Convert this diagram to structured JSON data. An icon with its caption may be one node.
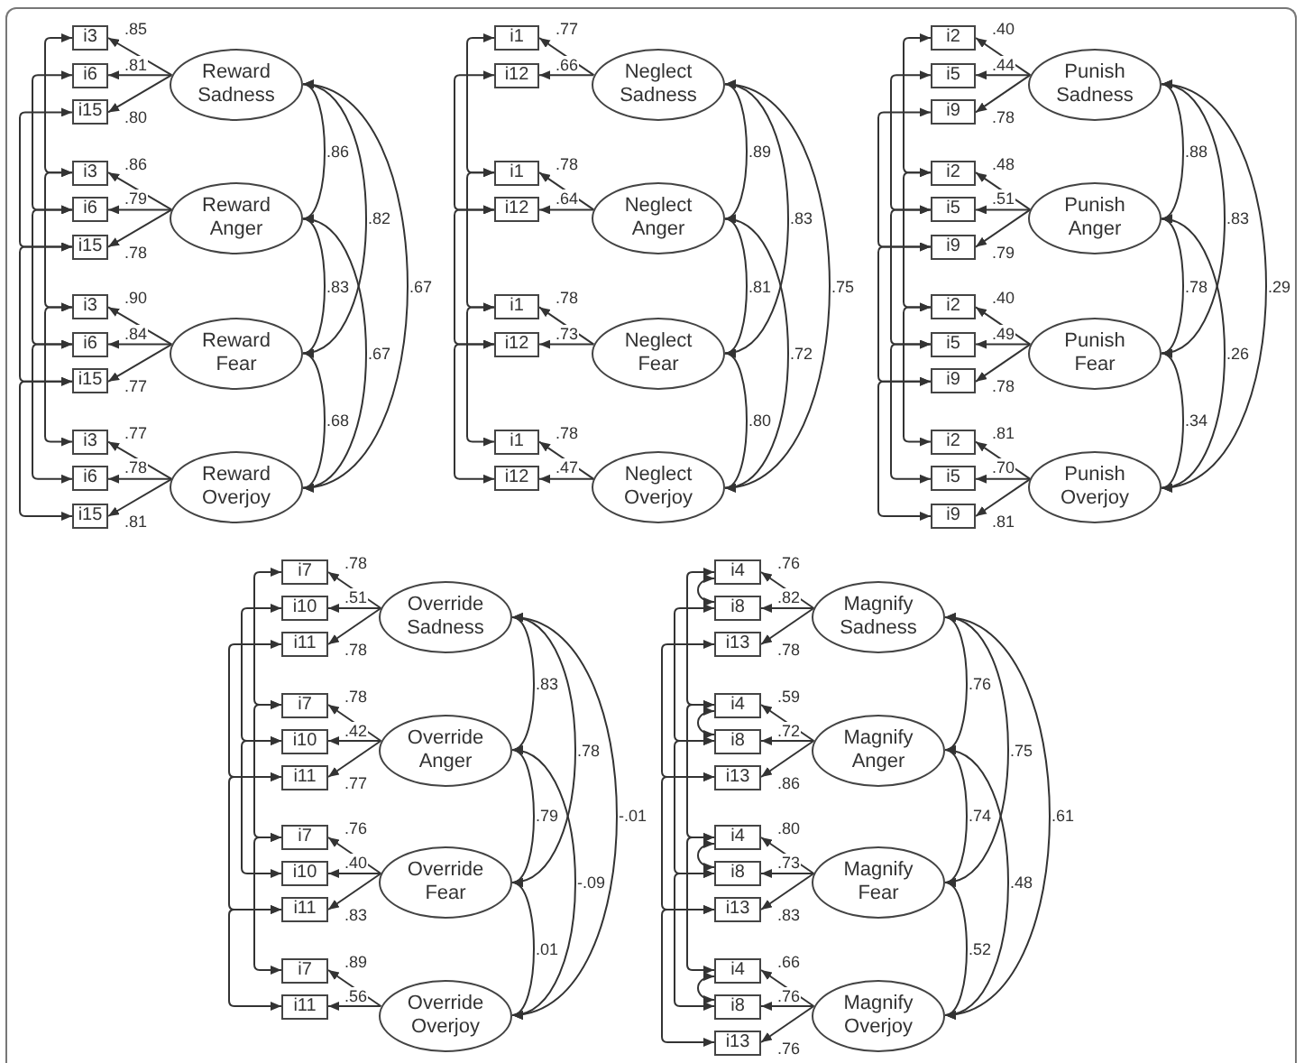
{
  "diagram": {
    "nodes": [
      {
        "text": [
          "Reward Sadness"
        ]
      },
      {
        "text": [
          "i3"
        ]
      },
      {
        "text": [
          "i6"
        ]
      },
      {
        "text": [
          "i15"
        ]
      },
      {
        "text": [
          "Reward Anger"
        ]
      },
      {
        "text": [
          "i3"
        ]
      },
      {
        "text": [
          "i6"
        ]
      },
      {
        "text": [
          "i15"
        ]
      },
      {
        "text": [
          "Reward Fear"
        ]
      },
      {
        "text": [
          "i3"
        ]
      },
      {
        "text": [
          "i6"
        ]
      },
      {
        "text": [
          "i15"
        ]
      },
      {
        "text": [
          "Reward Overjoy"
        ]
      },
      {
        "text": [
          "i3"
        ]
      },
      {
        "text": [
          "i6"
        ]
      },
      {
        "text": [
          "i15"
        ]
      },
      {
        "text": [
          "Neglect Sadness"
        ]
      },
      {
        "text": [
          "i1"
        ]
      },
      {
        "text": [
          "i12"
        ]
      },
      {
        "text": [
          "Neglect Anger"
        ]
      },
      {
        "text": [
          "i1"
        ]
      },
      {
        "text": [
          "i12"
        ]
      },
      {
        "text": [
          "Neglect Fear"
        ]
      },
      {
        "text": [
          "i1"
        ]
      },
      {
        "text": [
          "i12"
        ]
      },
      {
        "text": [
          "Neglect Overjoy"
        ]
      },
      {
        "text": [
          "i1"
        ]
      },
      {
        "text": [
          "i12"
        ]
      },
      {
        "text": [
          "Punish Sadness"
        ]
      },
      {
        "text": [
          "i2"
        ]
      },
      {
        "text": [
          "i5"
        ]
      },
      {
        "text": [
          "i9"
        ]
      },
      {
        "text": [
          "Punish Anger"
        ]
      },
      {
        "text": [
          "i2"
        ]
      },
      {
        "text": [
          "i5"
        ]
      },
      {
        "text": [
          "i9"
        ]
      },
      {
        "text": [
          "Punish Fear"
        ]
      },
      {
        "text": [
          "i2"
        ]
      },
      {
        "text": [
          "i5"
        ]
      },
      {
        "text": [
          "i9"
        ]
      },
      {
        "text": [
          "Punish Overjoy"
        ]
      },
      {
        "text": [
          "i2"
        ]
      },
      {
        "text": [
          "i5"
        ]
      },
      {
        "text": [
          "i9"
        ]
      },
      {
        "text": [
          "Override Sadness"
        ]
      },
      {
        "text": [
          "i7"
        ]
      },
      {
        "text": [
          "i10"
        ]
      },
      {
        "text": [
          "i11"
        ]
      },
      {
        "text": [
          "Override Anger"
        ]
      },
      {
        "text": [
          "i7"
        ]
      },
      {
        "text": [
          "i10"
        ]
      },
      {
        "text": [
          "i11"
        ]
      },
      {
        "text": [
          "Override Fear"
        ]
      },
      {
        "text": [
          "i7"
        ]
      },
      {
        "text": [
          "i10"
        ]
      },
      {
        "text": [
          "i11"
        ]
      },
      {
        "text": [
          "Override Overjoy"
        ]
      },
      {
        "text": [
          "i7"
        ]
      },
      {
        "text": [
          "i11"
        ]
      },
      {
        "text": [
          "Magnify Sadness"
        ]
      },
      {
        "text": [
          "i4"
        ]
      },
      {
        "text": [
          "i8"
        ]
      },
      {
        "text": [
          "i13"
        ]
      },
      {
        "text": [
          "Magnify Anger"
        ]
      },
      {
        "text": [
          "i4"
        ]
      },
      {
        "text": [
          "i8"
        ]
      },
      {
        "text": [
          "i13"
        ]
      },
      {
        "text": [
          "Magnify Fear"
        ]
      },
      {
        "text": [
          "i4"
        ]
      },
      {
        "text": [
          "i8"
        ]
      },
      {
        "text": [
          "i13"
        ]
      },
      {
        "text": [
          "Magnify Overjoy"
        ]
      },
      {
        "text": [
          "i4"
        ]
      },
      {
        "text": [
          "i8"
        ]
      },
      {
        "text": [
          "i13"
        ]
      }
    ],
    "edges": [
      {
        "from": 0,
        "to": 1,
        "arrow": "to",
        "label": ".85"
      },
      {
        "from": 0,
        "to": 2,
        "arrow": "to",
        "label": ".81"
      },
      {
        "from": 0,
        "to": 3,
        "arrow": "to",
        "label": ".80"
      },
      {
        "from": 4,
        "to": 5,
        "arrow": "to",
        "label": ".86"
      },
      {
        "from": 4,
        "to": 6,
        "arrow": "to",
        "label": ".79"
      },
      {
        "from": 4,
        "to": 7,
        "arrow": "to",
        "label": ".78"
      },
      {
        "from": 8,
        "to": 9,
        "arrow": "to",
        "label": ".90"
      },
      {
        "from": 8,
        "to": 10,
        "arrow": "to",
        "label": ".84"
      },
      {
        "from": 8,
        "to": 11,
        "arrow": "to",
        "label": ".77"
      },
      {
        "from": 12,
        "to": 13,
        "arrow": "to",
        "label": ".77"
      },
      {
        "from": 12,
        "to": 14,
        "arrow": "to",
        "label": ".78"
      },
      {
        "from": 12,
        "to": 15,
        "arrow": "to",
        "label": ".81"
      },
      {
        "from": 0,
        "to": 4,
        "arrow": "both",
        "label": ".86"
      },
      {
        "from": 0,
        "to": 8,
        "arrow": "both",
        "label": ".82"
      },
      {
        "from": 0,
        "to": 12,
        "arrow": "both",
        "label": ".67"
      },
      {
        "from": 4,
        "to": 8,
        "arrow": "both",
        "label": ".83"
      },
      {
        "from": 4,
        "to": 12,
        "arrow": "both",
        "label": ".67"
      },
      {
        "from": 8,
        "to": 12,
        "arrow": "both",
        "label": ".68"
      },
      {
        "from": 1,
        "to": 5,
        "arrow": "both"
      },
      {
        "from": 5,
        "to": 9,
        "arrow": "both"
      },
      {
        "from": 9,
        "to": 13,
        "arrow": "both"
      },
      {
        "from": 2,
        "to": 6,
        "arrow": "both"
      },
      {
        "from": 6,
        "to": 10,
        "arrow": "both"
      },
      {
        "from": 10,
        "to": 14,
        "arrow": "both"
      },
      {
        "from": 3,
        "to": 7,
        "arrow": "both"
      },
      {
        "from": 7,
        "to": 11,
        "arrow": "both"
      },
      {
        "from": 11,
        "to": 15,
        "arrow": "both"
      },
      {
        "from": 16,
        "to": 17,
        "arrow": "to",
        "label": ".77"
      },
      {
        "from": 16,
        "to": 18,
        "arrow": "to",
        "label": ".66"
      },
      {
        "from": 19,
        "to": 20,
        "arrow": "to",
        "label": ".78"
      },
      {
        "from": 19,
        "to": 21,
        "arrow": "to",
        "label": ".64"
      },
      {
        "from": 22,
        "to": 23,
        "arrow": "to",
        "label": ".78"
      },
      {
        "from": 22,
        "to": 24,
        "arrow": "to",
        "label": ".73"
      },
      {
        "from": 25,
        "to": 26,
        "arrow": "to",
        "label": ".78"
      },
      {
        "from": 25,
        "to": 27,
        "arrow": "to",
        "label": ".47"
      },
      {
        "from": 16,
        "to": 19,
        "arrow": "both",
        "label": ".89"
      },
      {
        "from": 16,
        "to": 22,
        "arrow": "both",
        "label": ".83"
      },
      {
        "from": 16,
        "to": 25,
        "arrow": "both",
        "label": ".75"
      },
      {
        "from": 19,
        "to": 22,
        "arrow": "both",
        "label": ".81"
      },
      {
        "from": 19,
        "to": 25,
        "arrow": "both",
        "label": ".72"
      },
      {
        "from": 22,
        "to": 25,
        "arrow": "both",
        "label": ".80"
      },
      {
        "from": 17,
        "to": 20,
        "arrow": "both"
      },
      {
        "from": 20,
        "to": 23,
        "arrow": "both"
      },
      {
        "from": 23,
        "to": 26,
        "arrow": "both"
      },
      {
        "from": 18,
        "to": 21,
        "arrow": "both"
      },
      {
        "from": 21,
        "to": 24,
        "arrow": "both"
      },
      {
        "from": 24,
        "to": 27,
        "arrow": "both"
      },
      {
        "from": 28,
        "to": 29,
        "arrow": "to",
        "label": ".40"
      },
      {
        "from": 28,
        "to": 30,
        "arrow": "to",
        "label": ".44"
      },
      {
        "from": 28,
        "to": 31,
        "arrow": "to",
        "label": ".78"
      },
      {
        "from": 32,
        "to": 33,
        "arrow": "to",
        "label": ".48"
      },
      {
        "from": 32,
        "to": 34,
        "arrow": "to",
        "label": ".51"
      },
      {
        "from": 32,
        "to": 35,
        "arrow": "to",
        "label": ".79"
      },
      {
        "from": 36,
        "to": 37,
        "arrow": "to",
        "label": ".40"
      },
      {
        "from": 36,
        "to": 38,
        "arrow": "to",
        "label": ".49"
      },
      {
        "from": 36,
        "to": 39,
        "arrow": "to",
        "label": ".78"
      },
      {
        "from": 40,
        "to": 41,
        "arrow": "to",
        "label": ".81"
      },
      {
        "from": 40,
        "to": 42,
        "arrow": "to",
        "label": ".70"
      },
      {
        "from": 40,
        "to": 43,
        "arrow": "to",
        "label": ".81"
      },
      {
        "from": 28,
        "to": 32,
        "arrow": "both",
        "label": ".88"
      },
      {
        "from": 28,
        "to": 36,
        "arrow": "both",
        "label": ".83"
      },
      {
        "from": 28,
        "to": 40,
        "arrow": "both",
        "label": ".29"
      },
      {
        "from": 32,
        "to": 36,
        "arrow": "both",
        "label": ".78"
      },
      {
        "from": 32,
        "to": 40,
        "arrow": "both",
        "label": ".26"
      },
      {
        "from": 36,
        "to": 40,
        "arrow": "both",
        "label": ".34"
      },
      {
        "from": 29,
        "to": 33,
        "arrow": "both"
      },
      {
        "from": 33,
        "to": 37,
        "arrow": "both"
      },
      {
        "from": 37,
        "to": 41,
        "arrow": "both"
      },
      {
        "from": 30,
        "to": 34,
        "arrow": "both"
      },
      {
        "from": 34,
        "to": 38,
        "arrow": "both"
      },
      {
        "from": 38,
        "to": 42,
        "arrow": "both"
      },
      {
        "from": 31,
        "to": 35,
        "arrow": "both"
      },
      {
        "from": 35,
        "to": 39,
        "arrow": "both"
      },
      {
        "from": 39,
        "to": 43,
        "arrow": "both"
      },
      {
        "from": 44,
        "to": 45,
        "arrow": "to",
        "label": ".78"
      },
      {
        "from": 44,
        "to": 46,
        "arrow": "to",
        "label": ".51"
      },
      {
        "from": 44,
        "to": 47,
        "arrow": "to",
        "label": ".78"
      },
      {
        "from": 48,
        "to": 49,
        "arrow": "to",
        "label": ".78"
      },
      {
        "from": 48,
        "to": 50,
        "arrow": "to",
        "label": ".42"
      },
      {
        "from": 48,
        "to": 51,
        "arrow": "to",
        "label": ".77"
      },
      {
        "from": 52,
        "to": 53,
        "arrow": "to",
        "label": ".76"
      },
      {
        "from": 52,
        "to": 54,
        "arrow": "to",
        "label": ".40"
      },
      {
        "from": 52,
        "to": 55,
        "arrow": "to",
        "label": ".83"
      },
      {
        "from": 56,
        "to": 57,
        "arrow": "to",
        "label": ".89"
      },
      {
        "from": 56,
        "to": 58,
        "arrow": "to",
        "label": ".56"
      },
      {
        "from": 44,
        "to": 48,
        "arrow": "both",
        "label": ".83"
      },
      {
        "from": 44,
        "to": 52,
        "arrow": "both",
        "label": ".78"
      },
      {
        "from": 44,
        "to": 56,
        "arrow": "both",
        "label": "-.01"
      },
      {
        "from": 48,
        "to": 52,
        "arrow": "both",
        "label": ".79"
      },
      {
        "from": 48,
        "to": 56,
        "arrow": "both",
        "label": "-.09"
      },
      {
        "from": 52,
        "to": 56,
        "arrow": "both",
        "label": ".01"
      },
      {
        "from": 45,
        "to": 49,
        "arrow": "both"
      },
      {
        "from": 49,
        "to": 53,
        "arrow": "both"
      },
      {
        "from": 53,
        "to": 57,
        "arrow": "both"
      },
      {
        "from": 46,
        "to": 50,
        "arrow": "both"
      },
      {
        "from": 50,
        "to": 54,
        "arrow": "both"
      },
      {
        "from": 47,
        "to": 51,
        "arrow": "both"
      },
      {
        "from": 51,
        "to": 55,
        "arrow": "both"
      },
      {
        "from": 55,
        "to": 58,
        "arrow": "both"
      },
      {
        "from": 59,
        "to": 60,
        "arrow": "to",
        "label": ".76"
      },
      {
        "from": 59,
        "to": 61,
        "arrow": "to",
        "label": ".82"
      },
      {
        "from": 59,
        "to": 62,
        "arrow": "to",
        "label": ".78"
      },
      {
        "from": 63,
        "to": 64,
        "arrow": "to",
        "label": ".59"
      },
      {
        "from": 63,
        "to": 65,
        "arrow": "to",
        "label": ".72"
      },
      {
        "from": 63,
        "to": 66,
        "arrow": "to",
        "label": ".86"
      },
      {
        "from": 67,
        "to": 68,
        "arrow": "to",
        "label": ".80"
      },
      {
        "from": 67,
        "to": 69,
        "arrow": "to",
        "label": ".73"
      },
      {
        "from": 67,
        "to": 70,
        "arrow": "to",
        "label": ".83"
      },
      {
        "from": 71,
        "to": 72,
        "arrow": "to",
        "label": ".66"
      },
      {
        "from": 71,
        "to": 73,
        "arrow": "to",
        "label": ".76"
      },
      {
        "from": 71,
        "to": 74,
        "arrow": "to",
        "label": ".76"
      },
      {
        "from": 59,
        "to": 63,
        "arrow": "both",
        "label": ".76"
      },
      {
        "from": 59,
        "to": 67,
        "arrow": "both",
        "label": ".75"
      },
      {
        "from": 59,
        "to": 71,
        "arrow": "both",
        "label": ".61"
      },
      {
        "from": 63,
        "to": 67,
        "arrow": "both",
        "label": ".74"
      },
      {
        "from": 63,
        "to": 71,
        "arrow": "both",
        "label": ".48"
      },
      {
        "from": 67,
        "to": 71,
        "arrow": "both",
        "label": ".52"
      },
      {
        "from": 60,
        "to": 64,
        "arrow": "both"
      },
      {
        "from": 64,
        "to": 68,
        "arrow": "both"
      },
      {
        "from": 68,
        "to": 72,
        "arrow": "both"
      },
      {
        "from": 61,
        "to": 65,
        "arrow": "both"
      },
      {
        "from": 65,
        "to": 69,
        "arrow": "both"
      },
      {
        "from": 69,
        "to": 73,
        "arrow": "both"
      },
      {
        "from": 62,
        "to": 66,
        "arrow": "both"
      },
      {
        "from": 66,
        "to": 70,
        "arrow": "both"
      },
      {
        "from": 70,
        "to": 74,
        "arrow": "both"
      },
      {
        "from": 60,
        "to": 61,
        "arrow": "both"
      },
      {
        "from": 64,
        "to": 65,
        "arrow": "both"
      },
      {
        "from": 68,
        "to": 69,
        "arrow": "both"
      },
      {
        "from": 72,
        "to": 73,
        "arrow": "both"
      }
    ]
  }
}
